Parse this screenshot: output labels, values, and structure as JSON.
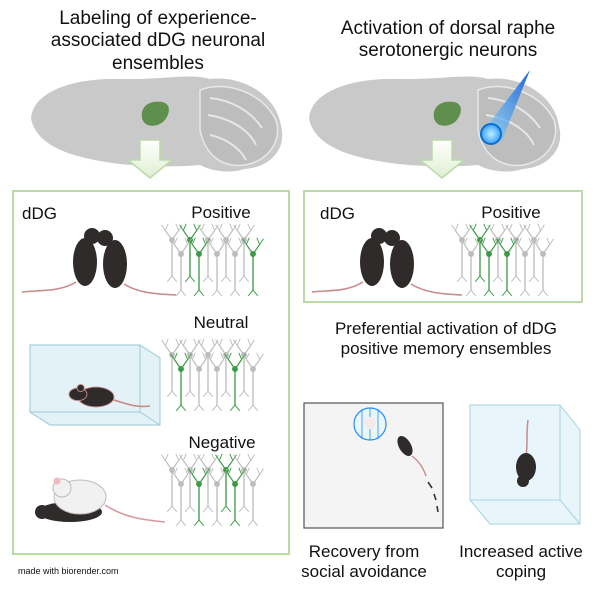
{
  "left_header": "Labeling of experience-associated dDG neuronal ensembles",
  "right_header": "Activation of dorsal raphe serotonergic neurons",
  "left_panel": {
    "region_label": "dDG",
    "conditions": [
      "Positive",
      "Neutral",
      "Negative"
    ]
  },
  "right_panel": {
    "region_label": "dDG",
    "condition": "Positive"
  },
  "result_text": "Preferential activation of dDG positive memory ensembles",
  "outcomes": [
    "Recovery from social avoidance",
    "Increased active coping"
  ],
  "footer": "made with biorender.com",
  "colors": {
    "panel_border": "#bcd9a8",
    "panel_fill": "#ffffff",
    "ddg_green": "#5f8f4c",
    "brain_gray": "#c8c8c8",
    "light_blue": "#1e90ff",
    "active_neuron": "#3c9a45",
    "inactive_neuron": "#bdbdbd"
  }
}
